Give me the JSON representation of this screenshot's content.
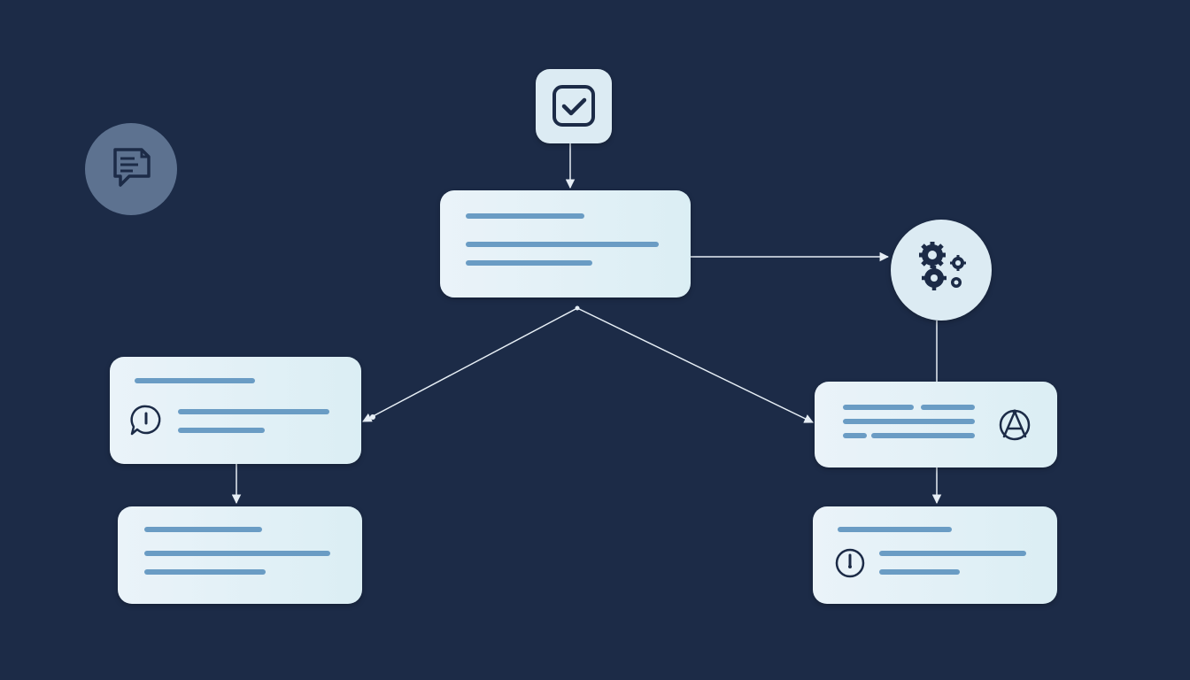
{
  "diagram": {
    "background": "#1c2b47",
    "card_color": "#e3f0f7",
    "line_color": "#6a9cc4",
    "connector_color": "#e6eef5",
    "nodes": [
      {
        "id": "check",
        "kind": "square-icon",
        "icon": "checkbox-check-icon"
      },
      {
        "id": "top-card",
        "kind": "card"
      },
      {
        "id": "gears",
        "kind": "circle-icon",
        "icon": "gears-icon"
      },
      {
        "id": "left-card",
        "kind": "card",
        "icon": "alert-bubble-icon"
      },
      {
        "id": "left-bottom-card",
        "kind": "card"
      },
      {
        "id": "right-card",
        "kind": "card",
        "icon": "compass-network-icon"
      },
      {
        "id": "right-bottom-card",
        "kind": "card",
        "icon": "clock-icon"
      },
      {
        "id": "doc-badge",
        "kind": "badge",
        "icon": "document-chat-icon"
      }
    ],
    "edges": [
      {
        "from": "check",
        "to": "top-card"
      },
      {
        "from": "top-card",
        "to": "gears"
      },
      {
        "from": "top-card",
        "to": "left-card"
      },
      {
        "from": "top-card",
        "to": "right-card"
      },
      {
        "from": "gears",
        "to": "right-card"
      },
      {
        "from": "left-card",
        "to": "left-bottom-card"
      },
      {
        "from": "right-card",
        "to": "right-bottom-card"
      }
    ]
  }
}
